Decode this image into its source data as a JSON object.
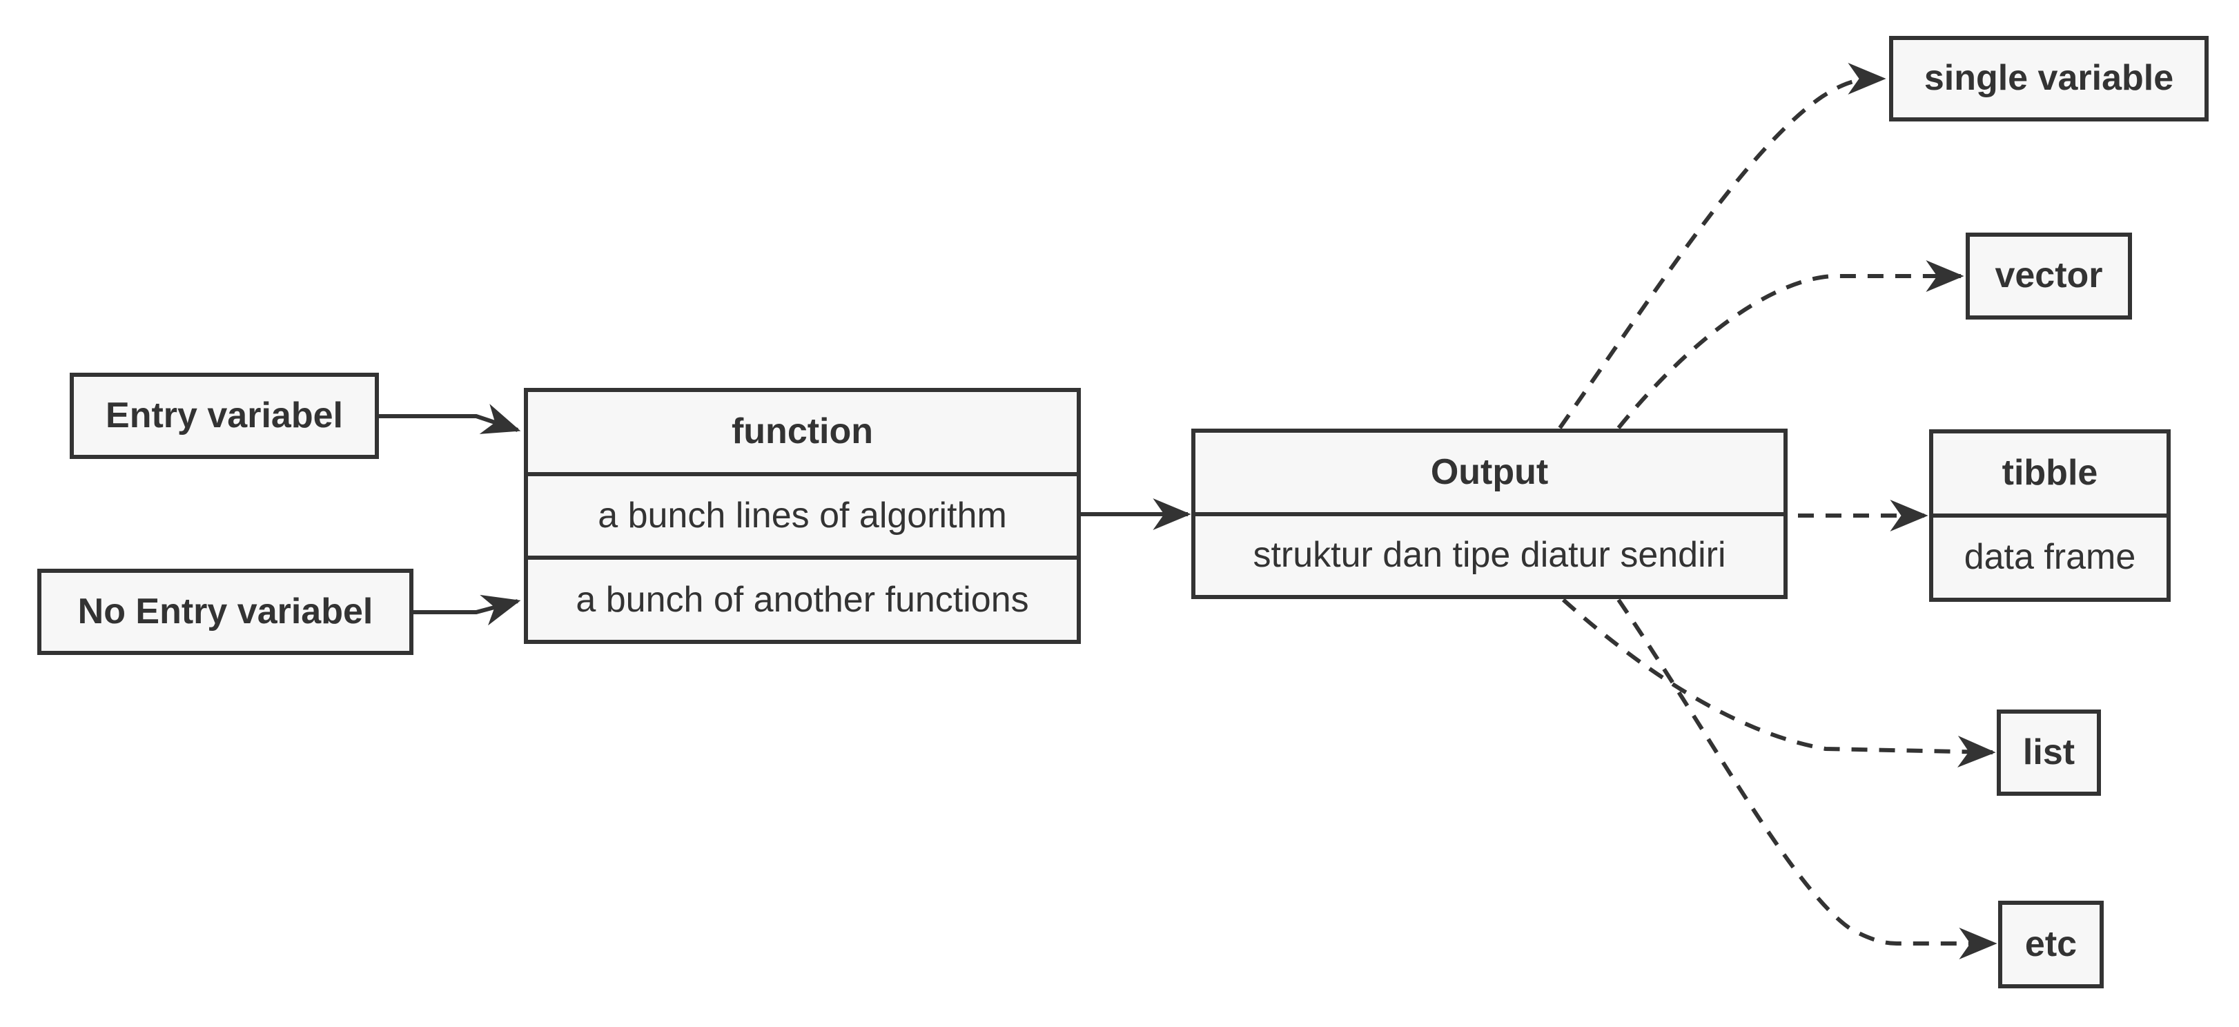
{
  "colors": {
    "stroke": "#333333",
    "text": "#333333",
    "box_fill": "#f7f7f7",
    "background": "#ffffff"
  },
  "nodes": {
    "entry": {
      "label": "Entry variabel"
    },
    "no_entry": {
      "label": "No Entry variabel"
    },
    "function": {
      "title": "function",
      "row1": "a bunch lines of algorithm",
      "row2": "a bunch of another functions"
    },
    "output": {
      "title": "Output",
      "row1": "struktur dan tipe diatur sendiri"
    },
    "single_variable": {
      "label": "single variable"
    },
    "vector": {
      "label": "vector"
    },
    "tibble": {
      "title": "tibble",
      "row1": "data frame"
    },
    "list": {
      "label": "list"
    },
    "etc": {
      "label": "etc"
    }
  },
  "edges": [
    {
      "from": "entry",
      "to": "function",
      "style": "solid"
    },
    {
      "from": "no_entry",
      "to": "function",
      "style": "solid"
    },
    {
      "from": "function",
      "to": "output",
      "style": "solid"
    },
    {
      "from": "output",
      "to": "single_variable",
      "style": "dashed"
    },
    {
      "from": "output",
      "to": "vector",
      "style": "dashed"
    },
    {
      "from": "output",
      "to": "tibble",
      "style": "dashed"
    },
    {
      "from": "output",
      "to": "list",
      "style": "dashed"
    },
    {
      "from": "output",
      "to": "etc",
      "style": "dashed"
    }
  ]
}
